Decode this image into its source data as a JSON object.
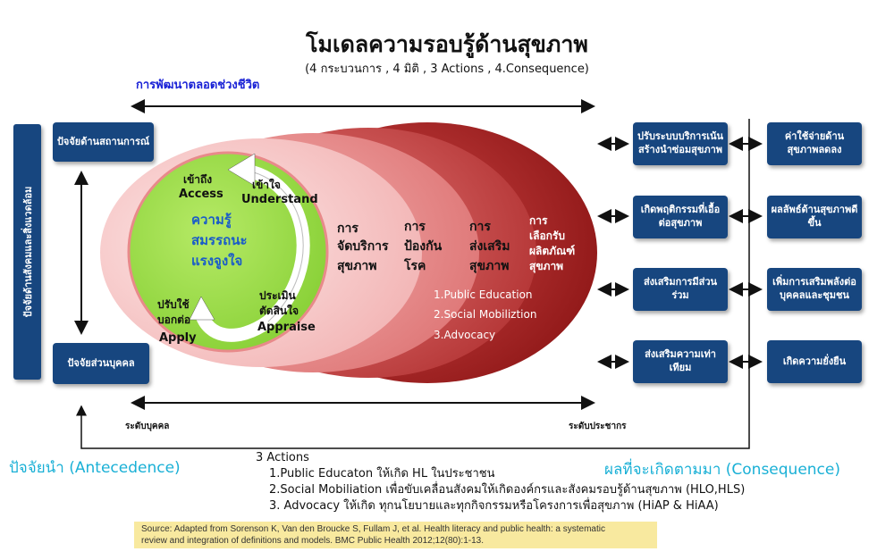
{
  "title": "โมเดลความรอบรู้ด้านสุขภาพ",
  "subtitle": "(4 กระบวนการ , 4  มิติ  , 3 Actions , 4.Consequence)",
  "lifespan_label": "การพัฒนาตลอดช่วงชีวิต",
  "left_vertical_label": "ปัจจัยด้านสังคมและสิ่งแวดล้อม",
  "left_boxes": {
    "situational": "ปัจจัยด้านสถานการณ์",
    "personal": "ปัจจัยส่วนบุคคล"
  },
  "core": {
    "access_th": "เข้าถึง",
    "access_en": "Access",
    "understand_th": "เข้าใจ",
    "understand_en": "Understand",
    "apply_th1": "ปรับใช้",
    "apply_th2": "บอกต่อ",
    "apply_en": "Apply",
    "appraise_th1": "ประเมิน",
    "appraise_th2": "ตัดสินใจ",
    "appraise_en": "Appraise",
    "center_l1": "ความรู้",
    "center_l2": "สมรรถนะ",
    "center_l3": "แรงจูงใจ"
  },
  "domains": [
    {
      "l1": "การ",
      "l2": "จัดบริการ",
      "l3": "สุขภาพ"
    },
    {
      "l1": "การ",
      "l2": "ป้องกัน",
      "l3": "โรค"
    },
    {
      "l1": "การ",
      "l2": "ส่งเสริม",
      "l3": "สุขภาพ"
    },
    {
      "l1": "การ",
      "l2": "เลือกรับ",
      "l3": "ผลิตภัณฑ์",
      "l4": "สุขภาพ"
    }
  ],
  "inner_actions": [
    "1.Public Education",
    "2.Social Mobiliztion",
    "3.Advocacy"
  ],
  "middle_boxes": [
    "ปรับระบบบริการเน้นสร้างนำซ่อมสุขภาพ",
    "เกิดพฤติกรรมที่เอื้อต่อสุขภาพ",
    "ส่งเสริมการมีส่วนร่วม",
    "ส่งเสริมความเท่าเทียม"
  ],
  "right_boxes": [
    "ค่าใช้จ่ายด้านสุขภาพลดลง",
    "ผลลัพธ์ด้านสุขภาพดีขึ้น",
    "เพิ่มการเสริมพลังต่อบุคคลและชุมชน",
    "เกิดความยั่งยืน"
  ],
  "level_left": "ระดับบุคคล",
  "level_right": "ระดับประชากร",
  "antecedence": "ปัจจัยนำ (Antecedence)",
  "consequence": "ผลที่จะเกิดตามมา (Consequence)",
  "actions_block": {
    "heading": "3 Actions",
    "items": [
      "1.Public Educaton ให้เกิด HL ในประชาชน",
      "2.Social Mobiliation เพื่อขับเคลื่อนสังคมให้เกิดองค์กรและสังคมรอบรู้ด้านสุขภาพ (HLO,HLS)",
      "3. Advocacy ให้เกิด ทุกนโยบายและทุกกิจกรรมหรือโครงการเพื่อสุขภาพ (HiAP & HiAA)"
    ]
  },
  "source_line1": "Source: Adapted from Sorenson K, Van den Broucke S, Fullam J, et al. Health literacy and public health: a systematic",
  "source_line2": "review and integration of definitions and models. BMC Public Health 2012;12(80):1-13.",
  "colors": {
    "box_blue": "#17467f",
    "title_blue": "#1a22d6",
    "cyan": "#1ab0d6",
    "core_green": "#9bdc4a",
    "ring1": "#f7c5c5",
    "ring2": "#e88a8a",
    "ring3": "#c94545",
    "ring4": "#a82424"
  }
}
